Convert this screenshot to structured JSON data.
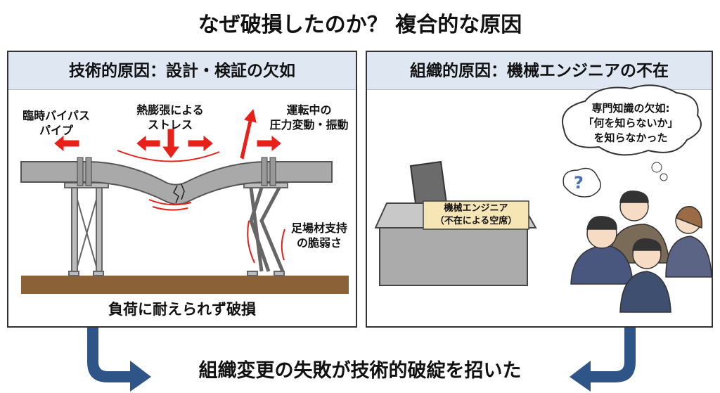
{
  "title": "なぜ破損したのか？ 複合的な原因",
  "left_panel": {
    "header": "技術的原因：設計・検証の欠如",
    "labels": {
      "bypass": [
        "臨時バイパス",
        "パイプ"
      ],
      "thermal": [
        "熱膨張による",
        "ストレス"
      ],
      "pressure": [
        "運転中の",
        "圧力変動・振動"
      ],
      "scaffold": [
        "足場材支持",
        "の脆弱さ"
      ]
    },
    "caption": "負荷に耐えられず破損"
  },
  "right_panel": {
    "header": "組織的原因：機械エンジニアの不在",
    "desk_sign": [
      "機械エンジニア",
      "（不在による空席）"
    ],
    "thought": [
      "専門知識の欠如:",
      "「何を知らないか」",
      "を知らなかった"
    ],
    "question_mark": "?"
  },
  "conclusion": "組織変更の失敗が技術的破綻を招いた",
  "colors": {
    "accent": "#e8201a",
    "arrow": "#2f5487",
    "header_bg": "#dfe7f3"
  }
}
